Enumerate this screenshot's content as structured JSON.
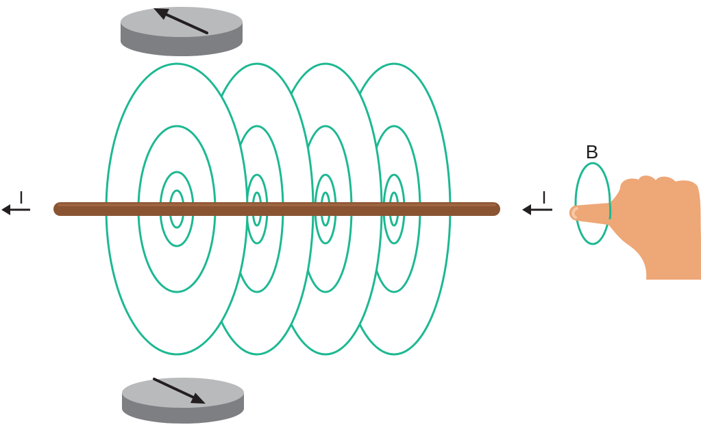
{
  "labels": {
    "current_left": "I",
    "current_right": "I",
    "field": "B"
  },
  "colors": {
    "field_lines": "#1db892",
    "wire": "#8a5433",
    "compass_top": "#b9babc",
    "compass_side": "#7d7f82",
    "needle": "#231f20",
    "hand": "#eea776",
    "text": "#231f20"
  },
  "icons": {
    "compass": "compass-disc-icon",
    "hand": "right-hand-thumb-icon",
    "current_arrow": "arrow-left-icon"
  }
}
